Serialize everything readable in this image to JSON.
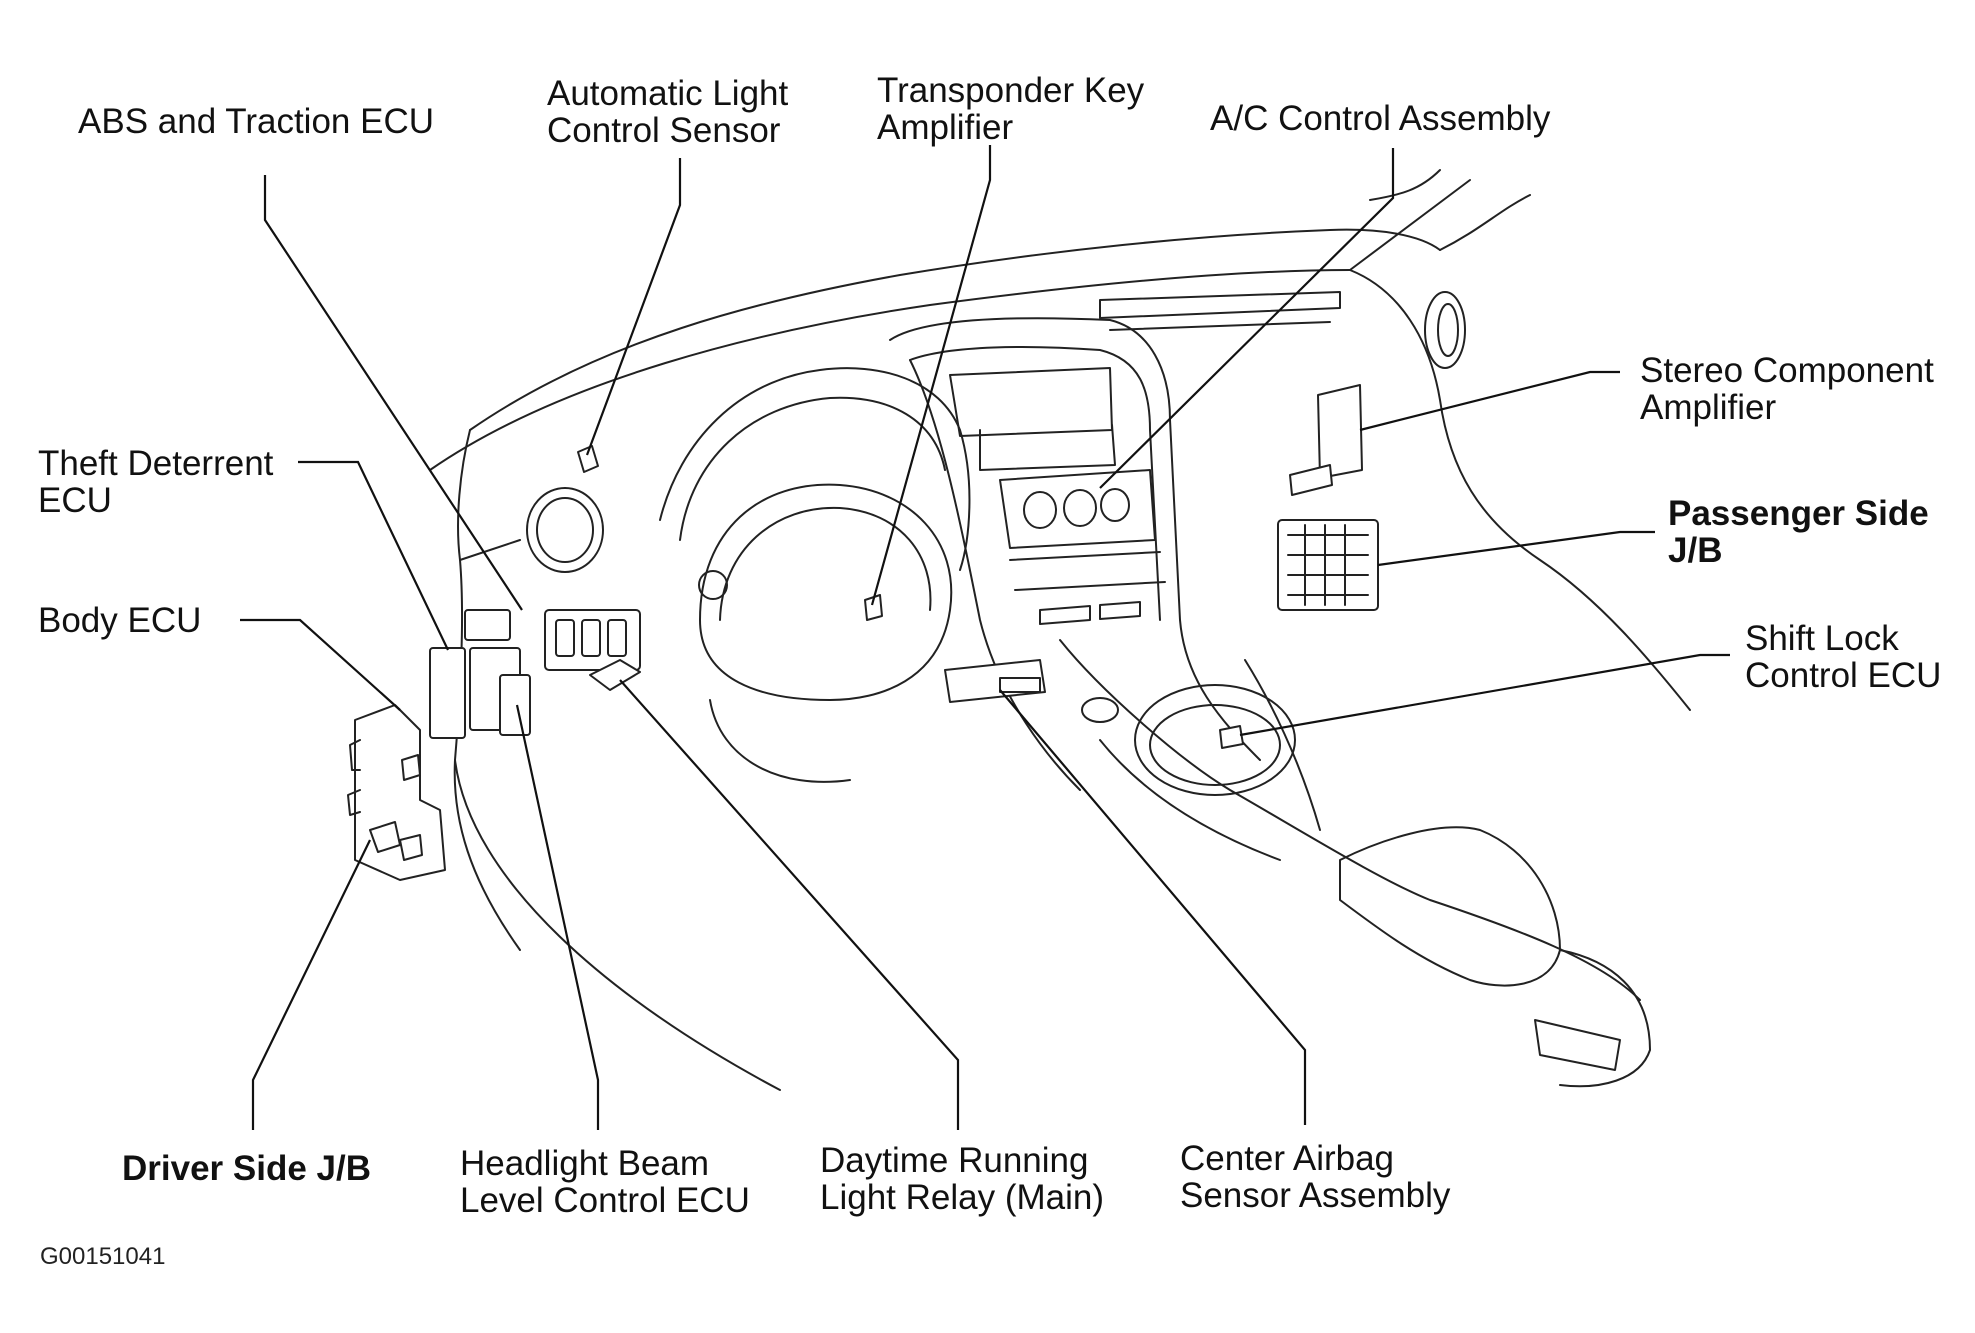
{
  "labels": {
    "abs_traction_ecu": "ABS and Traction ECU",
    "auto_light_sensor": "Automatic Light\nControl Sensor",
    "transponder_key_amp": "Transponder Key\nAmplifier",
    "ac_control_assembly": "A/C Control Assembly",
    "stereo_component_amp": "Stereo Component\nAmplifier",
    "theft_deterrent_ecu": "Theft Deterrent\nECU",
    "passenger_side_jb": "Passenger Side\nJ/B",
    "body_ecu": "Body ECU",
    "shift_lock_control_ecu": "Shift Lock\nControl ECU",
    "driver_side_jb": "Driver Side J/B",
    "headlight_beam_level_ecu": "Headlight Beam\nLevel Control ECU",
    "drl_relay_main": "Daytime Running\nLight Relay (Main)",
    "center_airbag_sensor": "Center Airbag\nSensor Assembly"
  },
  "figure_code": "G00151041"
}
